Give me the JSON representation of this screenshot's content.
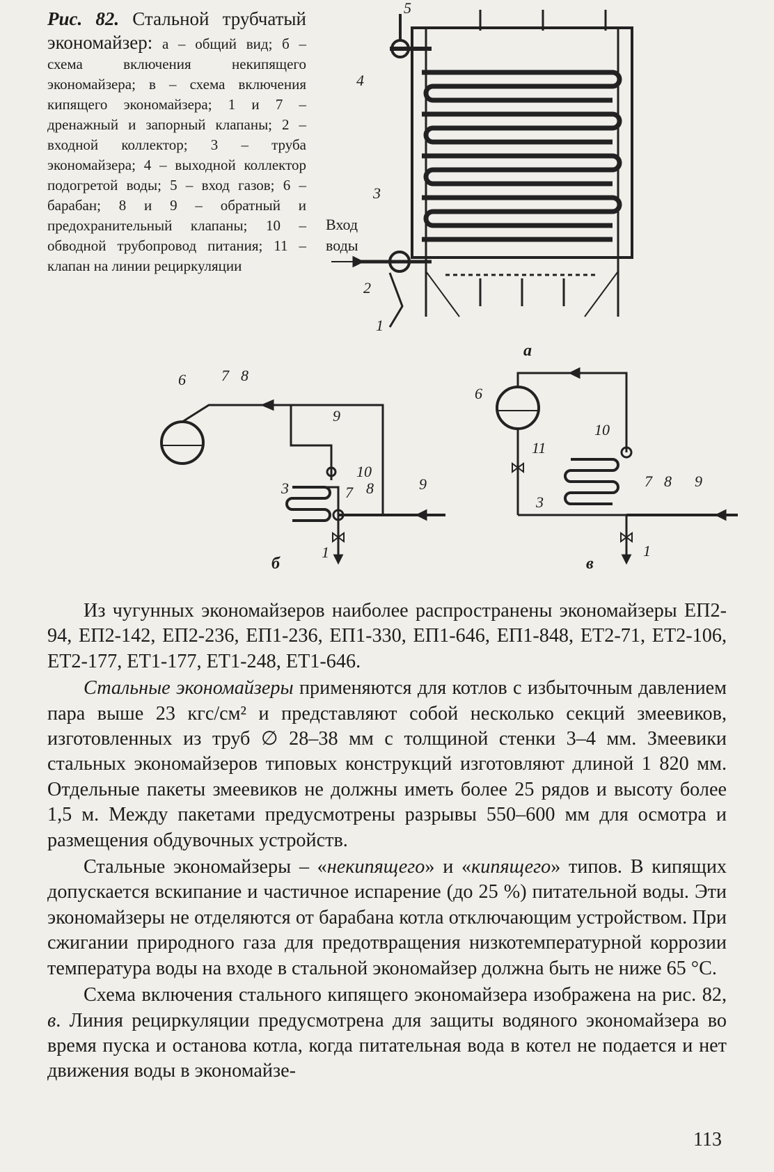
{
  "caption": {
    "prefix": "Рис. 82.",
    "title": " Стальной трубчатый экономайзер:",
    "body": "а – общий вид; б – схема включения некипящего экономайзера; в – схема включения кипящего экономайзера; 1 и 7 – дренажный и запорный клапаны; 2 – входной коллектор; 3 – труба экономайзера; 4 – выходной коллектор подогретой воды; 5 – вход газов; 6 – барабан; 8 и 9 – обратный и предохранительный клапаны; 10 – обводной трубопровод питания; 11 – клапан на линии рециркуляции"
  },
  "figure": {
    "entry_label_line1": "Вход",
    "entry_label_line2": "воды",
    "a_labels": {
      "n5": "5",
      "n4": "4",
      "n3": "3",
      "n2": "2",
      "n1": "1",
      "sub": "а"
    },
    "b_labels": {
      "n6": "6",
      "n7": "7",
      "n8": "8",
      "n9": "9",
      "n3": "3",
      "n10": "10",
      "n7b": "7",
      "n8b": "8",
      "n9b": "9",
      "n1": "1",
      "sub": "б"
    },
    "v_labels": {
      "n6": "6",
      "n10": "10",
      "n11": "11",
      "n3": "3",
      "n7": "7",
      "n8": "8",
      "n9": "9",
      "n1": "1",
      "sub": "в"
    }
  },
  "body": {
    "p1": "Из чугунных экономайзеров наиболее распространены экономайзеры ЕП2-94, ЕП2-142, ЕП2-236, ЕП1-236, ЕП1-330, ЕП1-646, ЕП1-848, ЕТ2-71, ЕТ2-106, ЕТ2-177, ЕТ1-177, ЕТ1-248, ЕТ1-646.",
    "p2_em": "Стальные экономайзеры",
    "p2_rest": " применяются для котлов с избыточным давлением пара выше 23 кгс/см² и представляют собой несколько секций змеевиков, изготовленных из труб ∅ 28–38 мм с толщиной стенки 3–4 мм. Змеевики стальных экономайзеров типовых конструкций изготовляют длиной 1 820 мм. Отдельные пакеты змеевиков не должны иметь более 25 рядов и высоту более 1,5 м. Между пакетами предусмотрены разрывы 550–600 мм для осмотра и размещения обдувочных устройств.",
    "p3_a": "Стальные экономайзеры – «",
    "p3_em1": "некипящего",
    "p3_b": "» и «",
    "p3_em2": "кипящего",
    "p3_c": "» типов. В кипящих допускается вскипание и частичное испарение (до 25 %) питательной воды. Эти экономайзеры не отделяются от барабана котла отключающим устройством. При сжигании природного газа для предотвращения низкотемпературной коррозии температура воды на входе в стальной экономайзер должна быть не ниже 65 °С.",
    "p4_a": "Схема включения стального кипящего экономайзера изображена на рис. 82, ",
    "p4_em": "в",
    "p4_b": ". Линия рециркуляции предусмотрена для защиты водяного экономайзера во время пуска и останова котла, когда питательная вода в котел не подается и нет движения воды в экономайзе-"
  },
  "page_number": "113"
}
